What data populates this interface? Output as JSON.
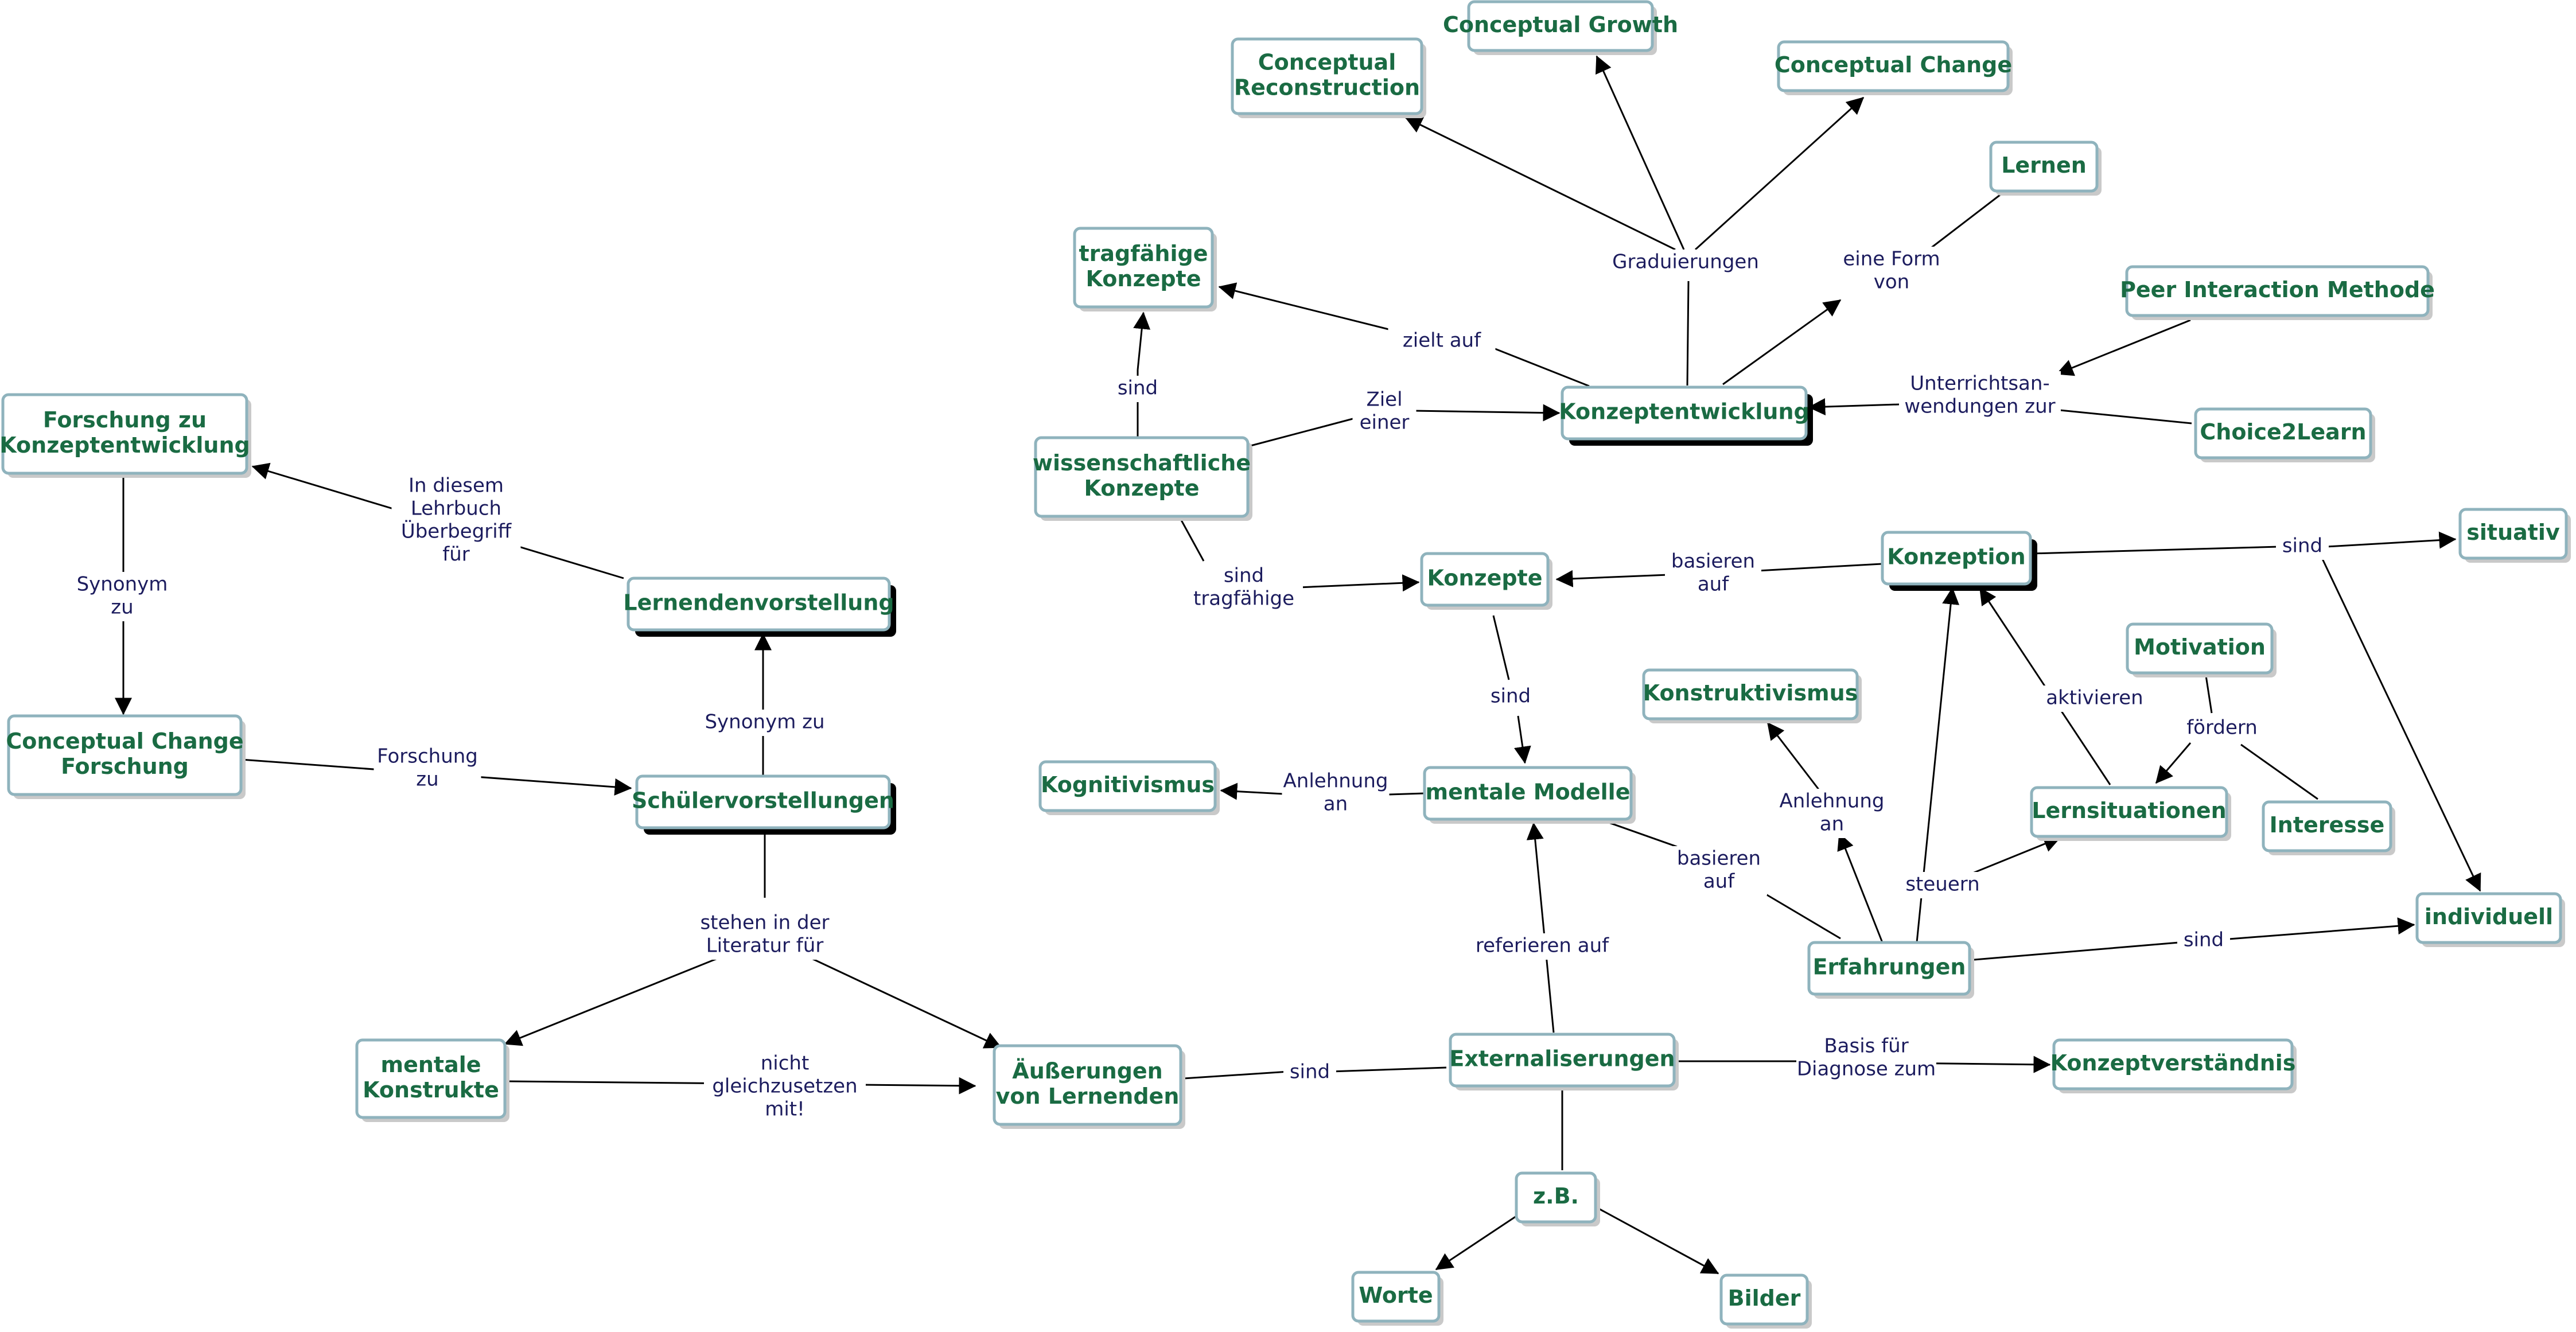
{
  "nodes": {
    "forschung_konzeptentwicklung": [
      "Forschung zu",
      "Konzeptentwicklung"
    ],
    "conceptual_change_forschung": [
      "Conceptual Change",
      "Forschung"
    ],
    "lernendenvorstellung": [
      "Lernendenvorstellung"
    ],
    "schuelervorstellungen": [
      "Schülervorstellungen"
    ],
    "mentale_konstrukte": [
      "mentale",
      "Konstrukte"
    ],
    "aeusserungen": [
      "Äußerungen",
      "von Lernenden"
    ],
    "tragfaehige_konzepte": [
      "tragfähige",
      "Konzepte"
    ],
    "wissenschaftliche_konzepte": [
      "wissenschaftliche",
      "Konzepte"
    ],
    "conceptual_reconstruction": [
      "Conceptual",
      "Reconstruction"
    ],
    "conceptual_growth": [
      "Conceptual Growth"
    ],
    "conceptual_change": [
      "Conceptual Change"
    ],
    "lernen": [
      "Lernen"
    ],
    "peer_interaction": [
      "Peer Interaction Methode"
    ],
    "choice2learn": [
      "Choice2Learn"
    ],
    "konzeptentwicklung": [
      "Konzeptentwicklung"
    ],
    "konzepte": [
      "Konzepte"
    ],
    "konzeption": [
      "Konzeption"
    ],
    "situativ": [
      "situativ"
    ],
    "kognitivismus": [
      "Kognitivismus"
    ],
    "mentale_modelle": [
      "mentale Modelle"
    ],
    "konstruktivismus": [
      "Konstruktivismus"
    ],
    "motivation": [
      "Motivation"
    ],
    "lernsituationen": [
      "Lernsituationen"
    ],
    "interesse": [
      "Interesse"
    ],
    "individuell": [
      "individuell"
    ],
    "erfahrungen": [
      "Erfahrungen"
    ],
    "externalisierungen": [
      "Externaliserungen"
    ],
    "konzeptverstaendnis": [
      "Konzeptverständnis"
    ],
    "zb": [
      "z.B."
    ],
    "worte": [
      "Worte"
    ],
    "bilder": [
      "Bilder"
    ]
  },
  "labels": {
    "in_diesem_lehrbuch": [
      "In diesem",
      "Lehrbuch",
      "Überbegriff",
      "für"
    ],
    "synonym_zu_1": [
      "Synonym",
      "zu"
    ],
    "forschung_zu": [
      "Forschung",
      "zu"
    ],
    "synonym_zu_2": [
      "Synonym zu"
    ],
    "stehen_in_der_literatur": [
      "stehen in der",
      "Literatur für"
    ],
    "nicht_gleichzusetzen": [
      "nicht",
      "gleichzusetzen",
      "mit!"
    ],
    "sind_1": [
      "sind"
    ],
    "sind_tragfaehige": [
      "sind",
      "tragfähige"
    ],
    "ziel_einer": [
      "Ziel",
      "einer"
    ],
    "zielt_auf": [
      "zielt auf"
    ],
    "graduierungen": [
      "Graduierungen"
    ],
    "eine_form_von": [
      "eine Form",
      "von"
    ],
    "unterrichtsanwendungen": [
      "Unterrichtsan-",
      "wendungen zur"
    ],
    "basieren_auf_1": [
      "basieren",
      "auf"
    ],
    "sind_2": [
      "sind"
    ],
    "sind_3": [
      "sind"
    ],
    "anlehnung_an_1": [
      "Anlehnung",
      "an"
    ],
    "basieren_auf_2": [
      "basieren",
      "auf"
    ],
    "anlehnung_an_2": [
      "Anlehnung",
      "an"
    ],
    "aktivieren": [
      "aktivieren"
    ],
    "foerdern": [
      "fördern"
    ],
    "steuern": [
      "steuern"
    ],
    "sind_4": [
      "sind"
    ],
    "referieren_auf": [
      "referieren auf"
    ],
    "sind_5": [
      "sind"
    ],
    "basis_fuer_diagnose": [
      "Basis für",
      "Diagnose zum"
    ]
  }
}
